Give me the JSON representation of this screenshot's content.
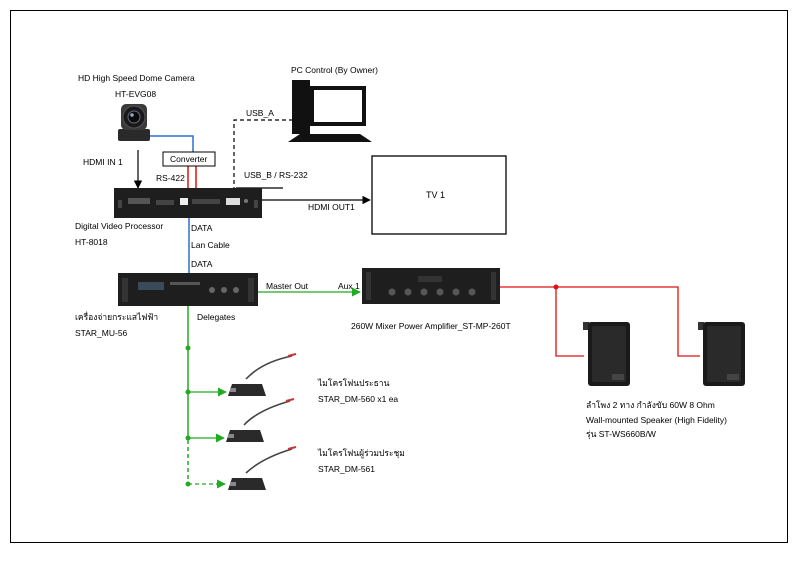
{
  "camera": {
    "title": "HD High Speed Dome Camera",
    "model": "HT-EVG08",
    "link": "HDMI IN 1"
  },
  "pc": {
    "title": "PC Control (By Owner)",
    "link": "USB_A"
  },
  "converter": {
    "label": "Converter"
  },
  "processor": {
    "link_rs422": "RS-422",
    "link_usb": "USB_B / RS-232",
    "name": "Digital Video Processor",
    "model": "HT-8018",
    "hdmi_out": "HDMI OUT1",
    "data_top": "DATA",
    "lan": "Lan Cable",
    "data_bottom": "DATA"
  },
  "tv": {
    "label": "TV 1"
  },
  "mixer": {
    "name": "เครื่องจ่ายกระแสไฟฟ้า",
    "model": "STAR_MU-56",
    "master_out": "Master Out",
    "delegates": "Delegates"
  },
  "amplifier": {
    "aux": "Aux 1",
    "name": "260W Mixer Power Amplifier_ST-MP-260T"
  },
  "speaker": {
    "desc1": "ลำโพง 2 ทาง กำลังขับ 60W  8 Ohm",
    "desc2": "Wall-mounted Speaker (High Fidelity)",
    "desc3": "รุ่น ST-WS660B/W"
  },
  "mic_chair": {
    "name": "ไมโครโฟนประธาน",
    "model": "STAR_DM-560 x1 ea"
  },
  "mic_delegate": {
    "name": "ไมโครโฟนผู้ร่วมประชุม",
    "model": "STAR_DM-561"
  },
  "colors": {
    "blue": "#2e6fd0",
    "red": "#e01010",
    "green": "#22aa22",
    "device": "#1e1e1e"
  }
}
